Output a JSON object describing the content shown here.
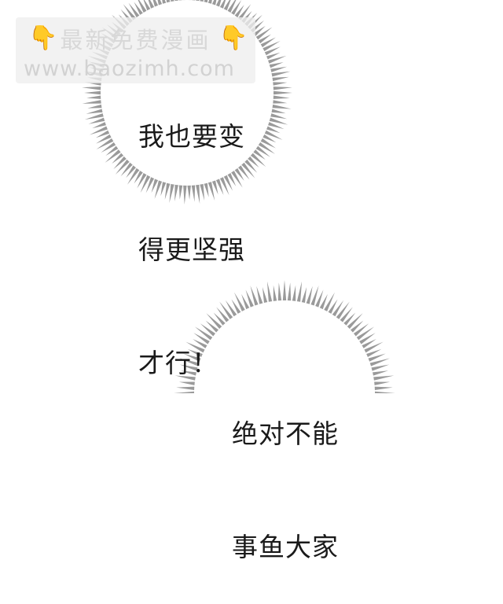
{
  "panels": [
    {
      "name": "bubble-1",
      "lines": [
        "我也要变",
        "得更坚强",
        "才行！"
      ]
    },
    {
      "name": "bubble-2",
      "lines": [
        "绝对不能",
        "事鱼大家"
      ]
    }
  ],
  "watermark": {
    "title": "最新免费漫画",
    "url": "www.baozimh.com",
    "icon": "pointing-down-hand-icon"
  },
  "colors": {
    "spike": "#9a9a9a",
    "text": "#1a1a1a",
    "background": "#ffffff",
    "watermark_text": "#d2d2d2",
    "hand": "#f1b21c"
  }
}
